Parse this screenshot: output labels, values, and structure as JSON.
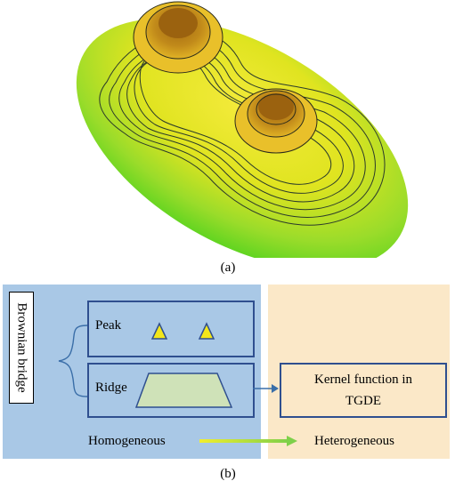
{
  "captions": {
    "a": "(a)",
    "b": "(b)"
  },
  "diagram": {
    "left_label": "Brownian bridge",
    "peak_label": "Peak",
    "ridge_label": "Ridge",
    "kernel_line1": "Kernel function in",
    "kernel_line2": "TGDE",
    "homogeneous": "Homogeneous",
    "heterogeneous": "Heterogeneous"
  },
  "colors": {
    "blue_panel": "#a9c8e6",
    "orange_panel": "#fbe8c8",
    "box_border": "#2f4f8f",
    "triangle_fill": "#f3e61a",
    "trapezoid_fill": "#cfe2b8",
    "gradient_arrow_start": "#f2ee2e",
    "gradient_arrow_end": "#7ed04a"
  },
  "icons": {
    "peak_markers": "triangle-icon",
    "ridge_marker": "trapezoid-icon"
  }
}
